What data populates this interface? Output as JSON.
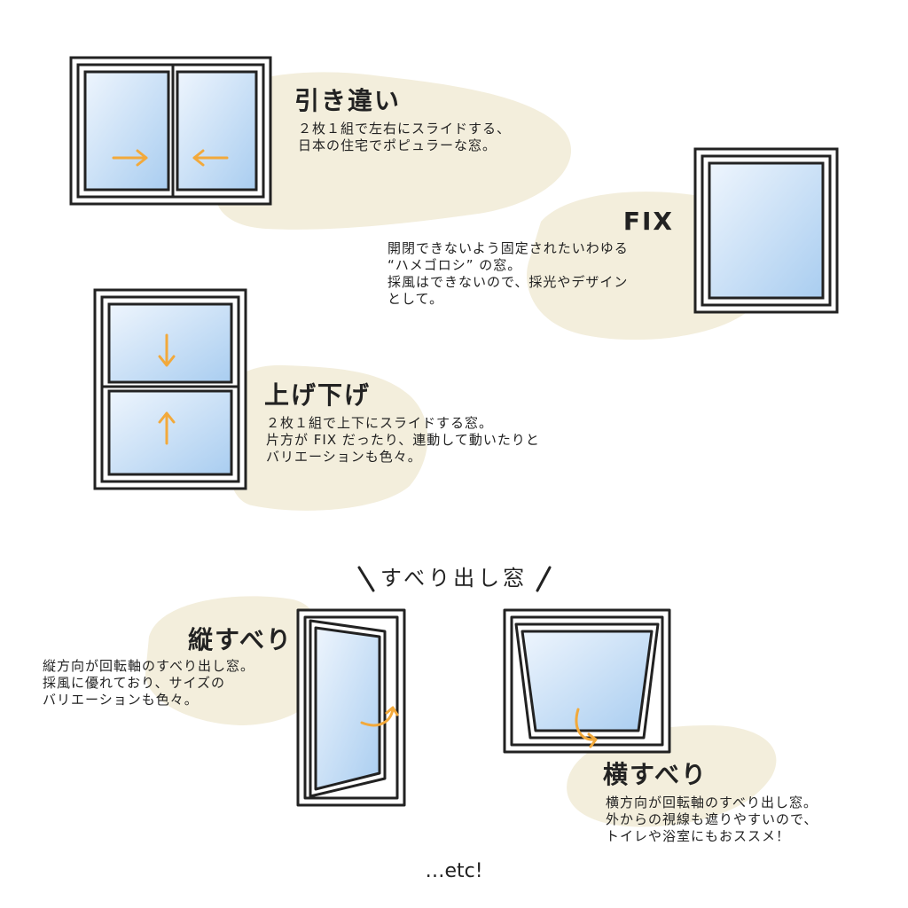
{
  "sliding": {
    "title": "引き違い",
    "lines": [
      "２枚１組で左右にスライドする、",
      "日本の住宅でポピュラーな窓。"
    ]
  },
  "fix": {
    "title": "FIX",
    "lines": [
      "開閉できないよう固定されたいわゆる",
      "“ハメゴロシ” の窓。",
      "採風はできないので、採光やデザイン",
      "として。"
    ]
  },
  "hung": {
    "title": "上げ下げ",
    "lines": [
      "２枚１組で上下にスライドする窓。",
      "片方が FIX だったり、連動して動いたりと",
      "バリエーションも色々。"
    ]
  },
  "section": {
    "title": "すべり出し窓"
  },
  "vertical": {
    "title": "縦すべり",
    "lines": [
      "縦方向が回転軸のすべり出し窓。",
      "採風に優れており、サイズの",
      "バリエーションも色々。"
    ]
  },
  "horizontal": {
    "title": "横すべり",
    "lines": [
      "横方向が回転軸のすべり出し窓。",
      "外からの視線も遮りやすいので、",
      "トイレや浴室にもおススメ！"
    ]
  },
  "footer": {
    "etc": "…etc!"
  },
  "colors": {
    "blob": "#f3eedc",
    "glass_light": "#f0f6fd",
    "glass_dark": "#a9cdf0",
    "frame": "#222222",
    "arrow": "#f2a93b"
  }
}
